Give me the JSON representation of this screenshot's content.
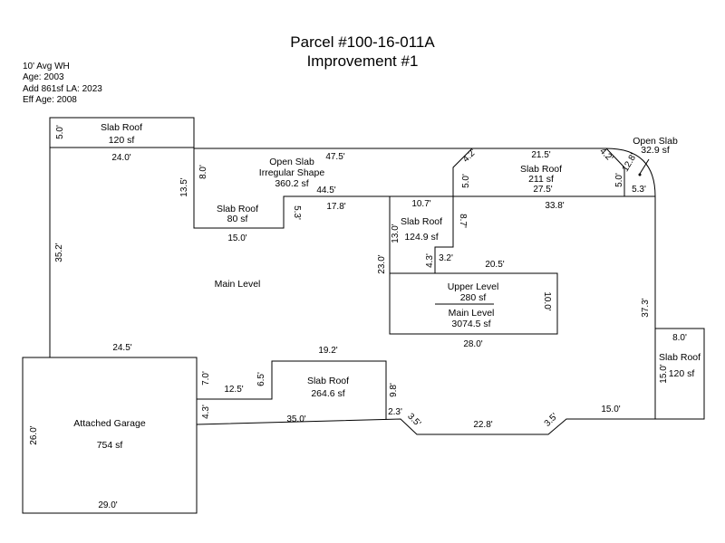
{
  "header": {
    "parcel": "Parcel #100-16-011A",
    "improvement": "Improvement #1"
  },
  "info": {
    "line1": "10' Avg WH",
    "line2": "Age: 2003",
    "line3": "Add 861sf LA: 2023",
    "line4": "Eff Age: 2008"
  },
  "areas": {
    "slab_roof_nw": {
      "name": "Slab Roof",
      "size": "120 sf"
    },
    "open_slab": {
      "name": "Open Slab",
      "shape": "Irregular Shape",
      "size": "360.2 sf"
    },
    "slab_roof_80": {
      "name": "Slab Roof",
      "size": "80 sf"
    },
    "slab_roof_211": {
      "name": "Slab Roof",
      "size": "211 sf"
    },
    "open_slab_ne": {
      "name": "Open Slab",
      "size": "32.9 sf"
    },
    "slab_roof_124": {
      "name": "Slab Roof",
      "size": "124.9 sf"
    },
    "upper_level": {
      "name": "Upper Level",
      "size": "280 sf"
    },
    "main_level_inner": {
      "name": "Main Level",
      "size": "3074.5 sf"
    },
    "main_level": {
      "name": "Main Level"
    },
    "slab_roof_264": {
      "name": "Slab Roof",
      "size": "264.6 sf"
    },
    "garage": {
      "name": "Attached Garage",
      "size": "754 sf"
    },
    "slab_roof_e": {
      "name": "Slab Roof",
      "size": "120 sf"
    }
  },
  "dimensions": {
    "d_5_0_a": "5.0'",
    "d_24_0": "24.0'",
    "d_47_5": "47.5'",
    "d_8_0_a": "8.0'",
    "d_13_5": "13.5'",
    "d_44_5": "44.5'",
    "d_17_8": "17.8'",
    "d_5_3_a": "5.3'",
    "d_15_0_a": "15.0'",
    "d_35_2": "35.2'",
    "d_4_2_a": "4.2'",
    "d_5_0_b": "5.0'",
    "d_21_5": "21.5'",
    "d_27_5": "27.5'",
    "d_4_2_b": "4.2'",
    "d_12_8": "12.8'",
    "d_5_0_c": "5.0'",
    "d_5_3_b": "5.3'",
    "d_10_7": "10.7'",
    "d_33_8": "33.8'",
    "d_13_0": "13.0'",
    "d_8_7": "8.7'",
    "d_4_3_a": "4.3'",
    "d_3_2": "3.2'",
    "d_23_0": "23.0'",
    "d_20_5": "20.5'",
    "d_10_0": "10.0'",
    "d_37_3": "37.3'",
    "d_28_0": "28.0'",
    "d_8_0_b": "8.0'",
    "d_15_0_b": "15.0'",
    "d_24_5": "24.5'",
    "d_19_2": "19.2'",
    "d_7_0": "7.0'",
    "d_6_5": "6.5'",
    "d_12_5": "12.5'",
    "d_9_8": "9.8'",
    "d_4_3_b": "4.3'",
    "d_35_0": "35.0'",
    "d_2_3": "2.3'",
    "d_3_5_a": "3.5'",
    "d_22_8": "22.8'",
    "d_3_5_b": "3.5'",
    "d_15_0_c": "15.0'",
    "d_26_0": "26.0'",
    "d_29_0": "29.0'"
  }
}
